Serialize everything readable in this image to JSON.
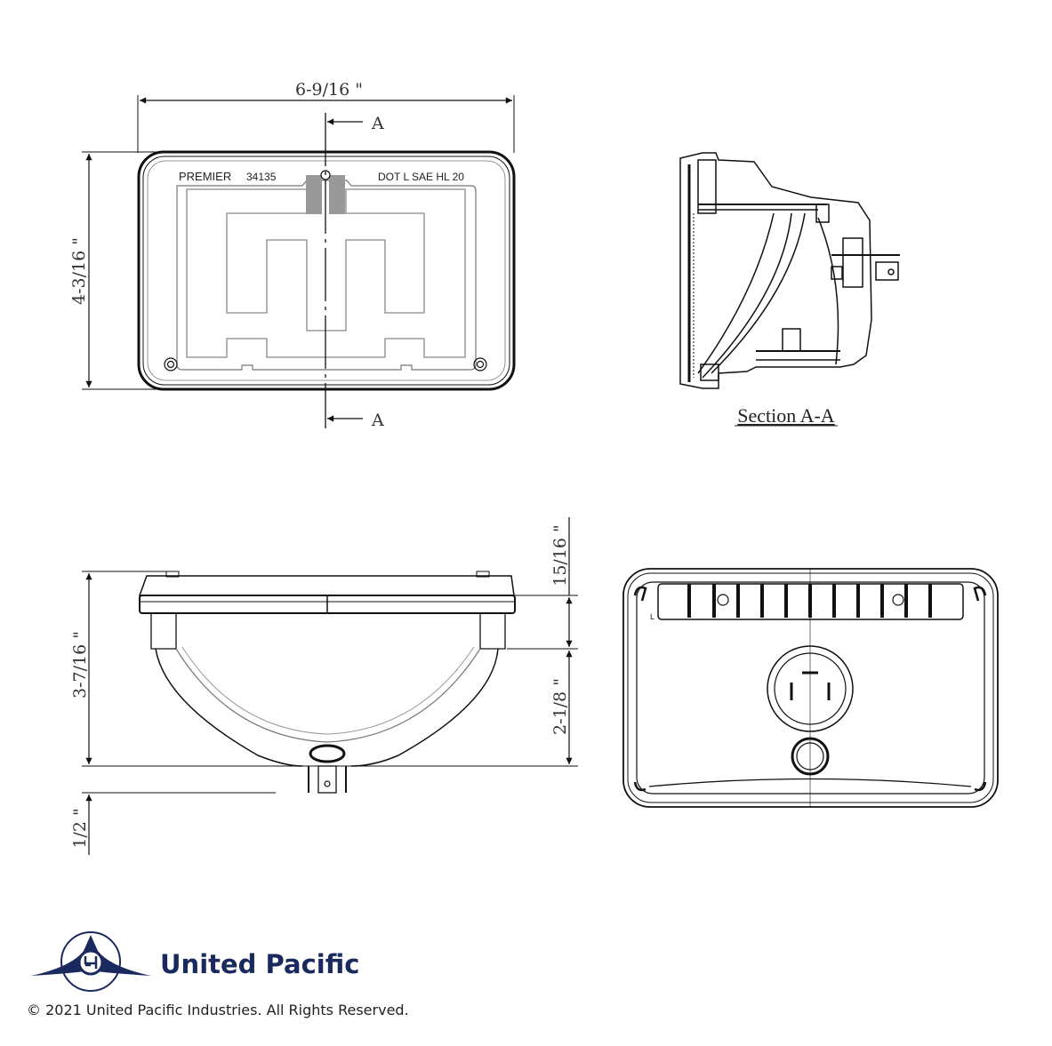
{
  "front_view": {
    "width_dim": "6-9/16 \"",
    "height_dim": "4-3/16 \"",
    "section_marker_top": "A",
    "section_marker_bottom": "A",
    "lens_text_left": "PREMIER",
    "lens_text_part": "34135",
    "lens_text_right": "DOT L SAE HL 20"
  },
  "section_view": {
    "caption": "Section A-A"
  },
  "side_view": {
    "overall_depth_dim": "3-7/16 \"",
    "flange_dim": "15/16 \"",
    "housing_dim": "2-1/8 \"",
    "terminal_dim": "1/2 \""
  },
  "rear_view": {
    "corner_mark": "L"
  },
  "footer": {
    "brand_name": "United Pacific",
    "copyright": "© 2021 United Pacific Industries. All Rights Reserved.",
    "brand_color": "#1b2a5e"
  }
}
